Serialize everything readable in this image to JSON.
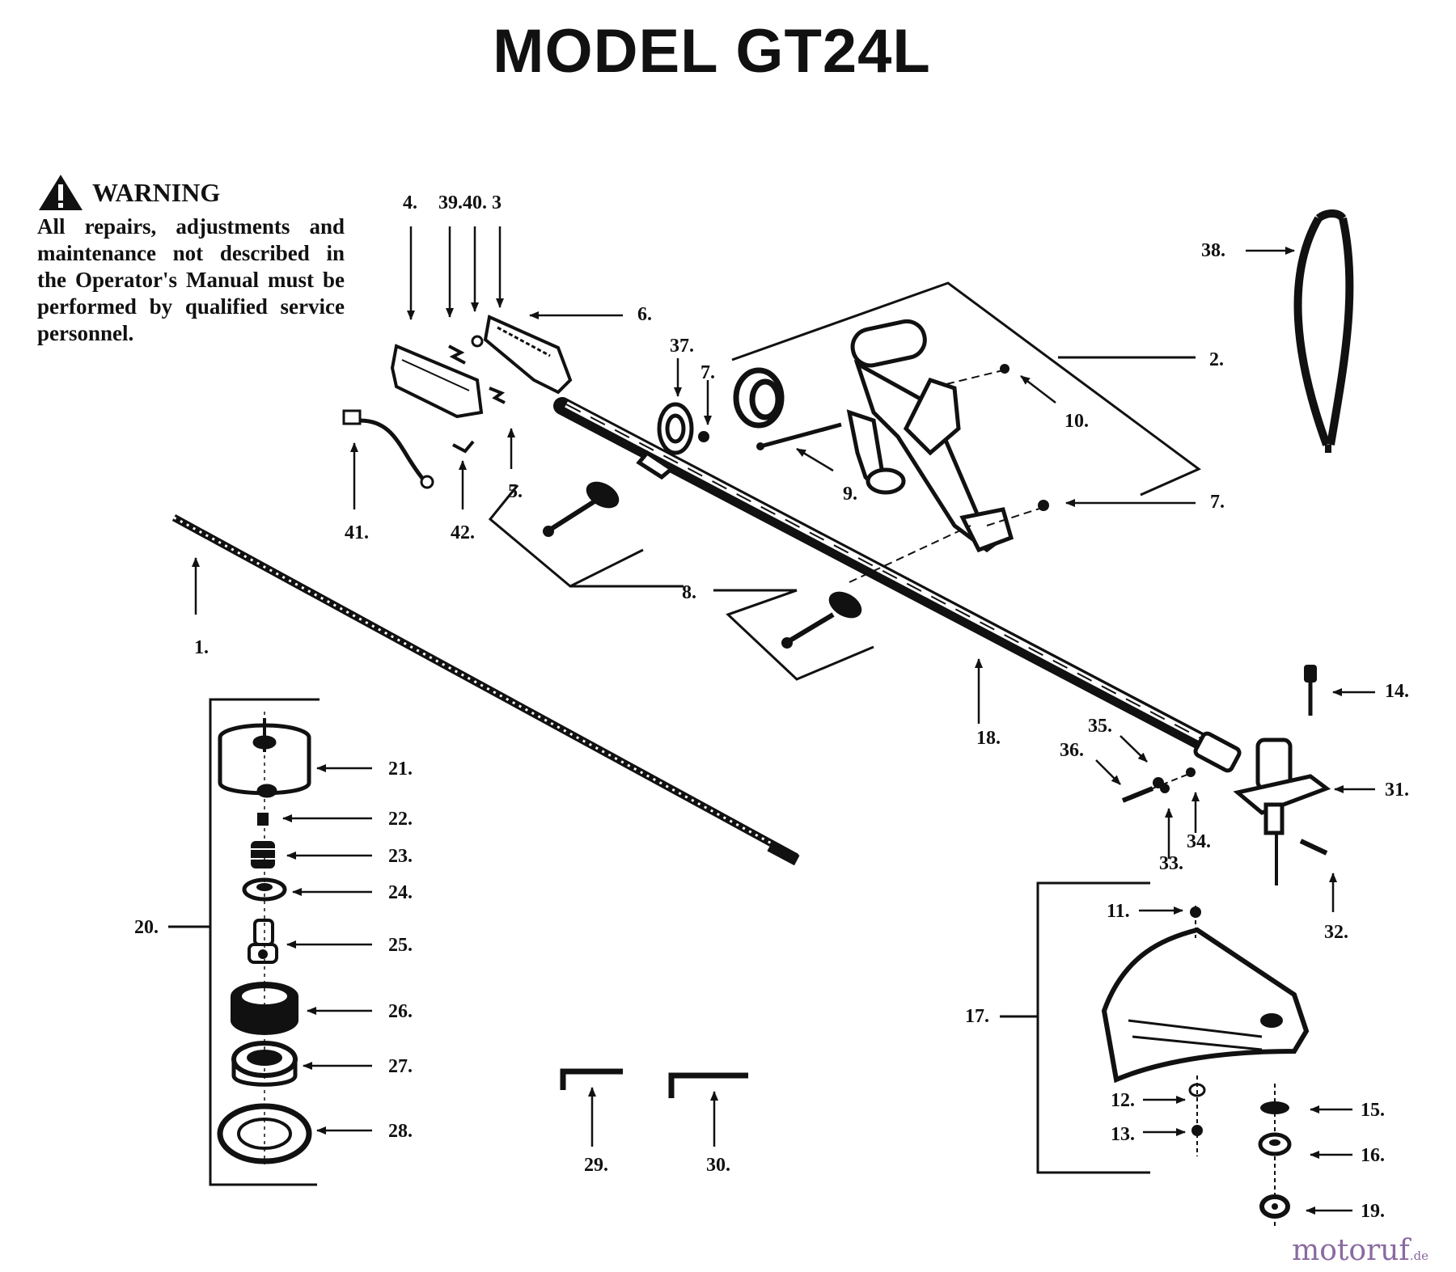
{
  "title": "MODEL GT24L",
  "warning": {
    "heading": "WARNING",
    "text": "All repairs, adjustments and maintenance not described in the Operator's Manual must be performed by qualified service personnel."
  },
  "labels": {
    "p1": "1.",
    "p2": "2.",
    "p4": "4.",
    "p39_40_3": "39.40. 3",
    "p5": "5.",
    "p6": "6.",
    "p7a": "7.",
    "p7b": "7.",
    "p8": "8.",
    "p9": "9.",
    "p10": "10.",
    "p11": "11.",
    "p12": "12.",
    "p13": "13.",
    "p14": "14.",
    "p15": "15.",
    "p16": "16.",
    "p17": "17.",
    "p18": "18.",
    "p19": "19.",
    "p20": "20.",
    "p21": "21.",
    "p22": "22.",
    "p23": "23.",
    "p24": "24.",
    "p25": "25.",
    "p26": "26.",
    "p27": "27.",
    "p28": "28.",
    "p29": "29.",
    "p30": "30.",
    "p31": "31.",
    "p32": "32.",
    "p33": "33.",
    "p34": "34.",
    "p35": "35.",
    "p36": "36.",
    "p37": "37.",
    "p38": "38.",
    "p41": "41.",
    "p42": "42."
  },
  "watermark": {
    "name": "motoruf",
    "suffix": ".de"
  },
  "colors": {
    "ink": "#111111",
    "background": "#ffffff",
    "watermark": "#8a6aa0"
  }
}
